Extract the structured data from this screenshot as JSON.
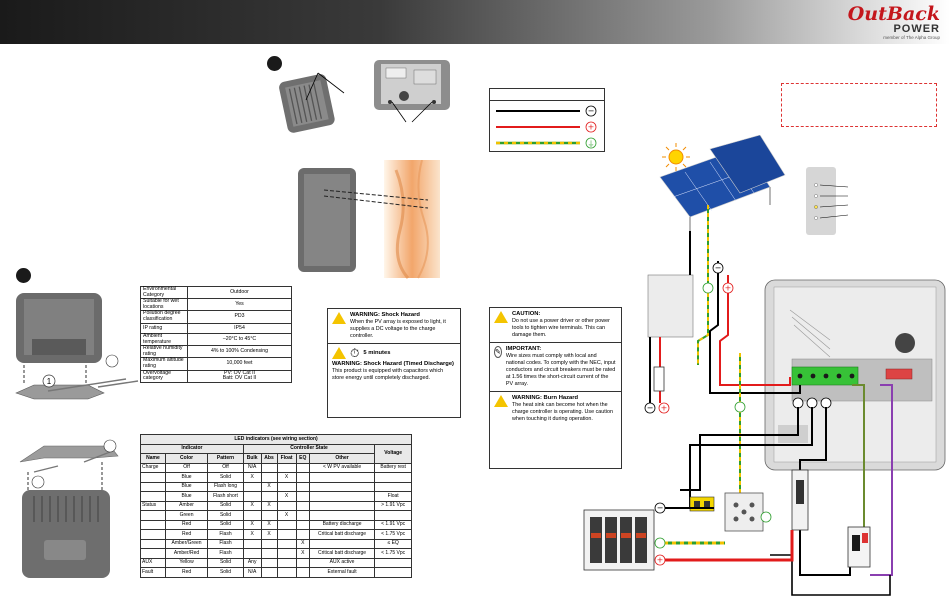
{
  "logo": {
    "brand_top": "OutBack",
    "brand_bottom": "POWER",
    "tagline": "member of The Alpha Group"
  },
  "callout_numbers": {
    "label_1": "1"
  },
  "spec_table": {
    "rows": [
      {
        "label": "Environmental Category",
        "value": "Outdoor"
      },
      {
        "label": "Suitable for wet locations",
        "value": "Yes"
      },
      {
        "label": "Pollution degree classification",
        "value": "PD3"
      },
      {
        "label": "IP rating",
        "value": "IP54"
      },
      {
        "label": "Ambient temperature",
        "value": "–20°C to 45°C"
      },
      {
        "label": "Relative humidity rating",
        "value": "4% to 100% Condensing"
      },
      {
        "label": "Maximum altitude rating",
        "value": "10,000 feet"
      },
      {
        "label": "Overvoltage category",
        "value": "PV:   OV Cat II\nBatt:  OV Cat II"
      }
    ]
  },
  "led_table": {
    "title": "LED indicators (see wiring section)",
    "group_indicator": "Indicator",
    "group_state": "Controller State",
    "col_voltage": "Voltage",
    "columns": [
      "Name",
      "Color",
      "Pattern",
      "Bulk",
      "Abs",
      "Float",
      "EQ",
      "Other"
    ],
    "rows": [
      [
        "Charge",
        "Off",
        "Off",
        "N/A",
        "",
        "",
        "",
        "< W PV available",
        "Battery rest"
      ],
      [
        "",
        "Blue",
        "Solid",
        "X",
        "",
        "X",
        "",
        "",
        ""
      ],
      [
        "",
        "Blue",
        "Flash long",
        "",
        "X",
        "",
        "",
        "",
        ""
      ],
      [
        "",
        "Blue",
        "Flash short",
        "",
        "",
        "X",
        "",
        "",
        "Float"
      ],
      [
        "Status",
        "Amber",
        "Solid",
        "X",
        "X",
        "",
        "",
        "",
        "> 1.91 Vpc"
      ],
      [
        "",
        "Green",
        "Solid",
        "",
        "",
        "X",
        "",
        "",
        ""
      ],
      [
        "",
        "Red",
        "Solid",
        "X",
        "X",
        "",
        "",
        "Battery discharge",
        "< 1.91 Vpc"
      ],
      [
        "",
        "Red",
        "Flash",
        "X",
        "X",
        "",
        "",
        "Critical batt discharge",
        "< 1.75 Vpc"
      ],
      [
        "",
        "Amber/Green",
        "Flash",
        "",
        "",
        "",
        "X",
        "",
        "≤ EQ"
      ],
      [
        "",
        "Amber/Red",
        "Flash",
        "",
        "",
        "",
        "X",
        "Critical batt discharge",
        "< 1.75 Vpc"
      ],
      [
        "AUX",
        "Yellow",
        "Solid",
        "Any",
        "",
        "",
        "",
        "AUX active",
        ""
      ],
      [
        "Fault",
        "Red",
        "Solid",
        "N/A",
        "",
        "",
        "",
        "External fault",
        ""
      ]
    ]
  },
  "warnings": {
    "shock": {
      "title": "WARNING: Shock Hazard",
      "body": "When the PV array is exposed to light, it supplies a DC voltage to the charge controller."
    },
    "timer": {
      "label": "5 minutes"
    },
    "timed": {
      "title": "WARNING: Shock Hazard (Timed Discharge)",
      "body": "This product is equipped with capacitors which store energy until completely discharged."
    },
    "caution": {
      "title": "CAUTION:",
      "body": "Do not use a power driver or other power tools to tighten wire terminals. This can damage them."
    },
    "important": {
      "title": "IMPORTANT:",
      "body": "Wire sizes must comply with local and national codes.  To comply with the NEC, input conductors and circuit breakers must be rated at 1.56 times the short-circuit current of the PV array."
    },
    "burn": {
      "title": "WARNING:  Burn Hazard",
      "body": "The heat sink can become hot when the charge controller is operating. Use caution when touching it during operation."
    }
  },
  "legend": {
    "neg_symbol": "−",
    "pos_symbol": "+",
    "gnd_symbol": "⏚"
  },
  "terminal_symbols": {
    "neg": "−",
    "pos": "+"
  },
  "colors": {
    "negative": "#000000",
    "positive": "#e21b1b",
    "ground_dash": "#f2c200",
    "ground": "#2e9e2e",
    "aux": "#8a3fb0",
    "brand": "#c4161c"
  }
}
